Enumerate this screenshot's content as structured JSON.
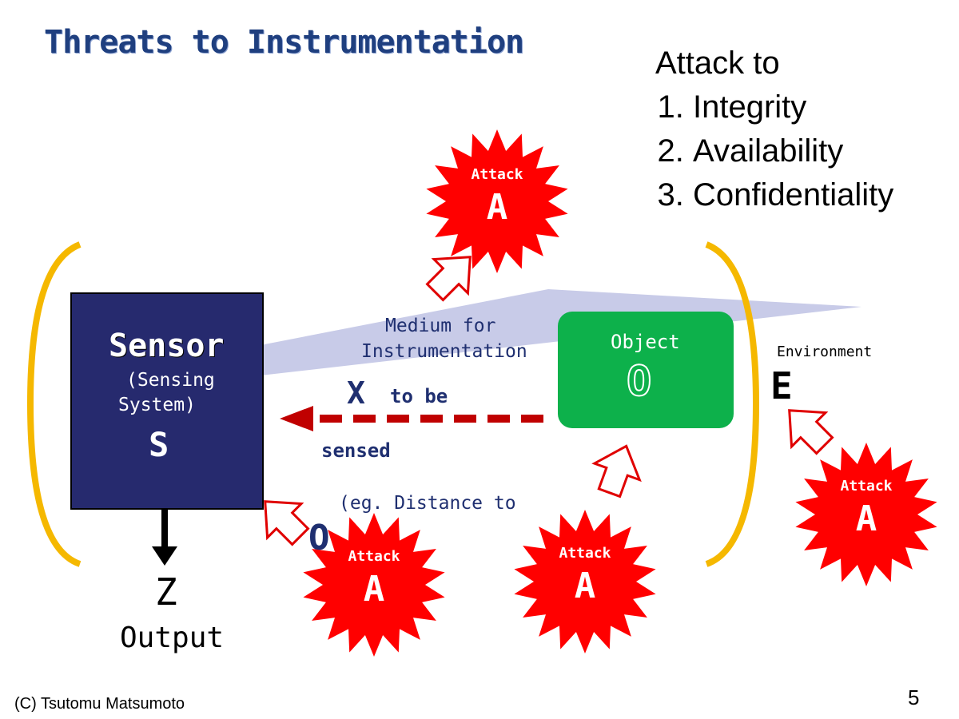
{
  "title": "Threats to Instrumentation",
  "attack_list": {
    "heading": "Attack to",
    "items": [
      "Integrity",
      "Availability",
      "Confidentiality"
    ]
  },
  "sensor": {
    "title": "Sensor",
    "subtitle_line1": "(Sensing",
    "subtitle_line2": "System)",
    "symbol": "S"
  },
  "object": {
    "title": "Object",
    "symbol": "O"
  },
  "medium": {
    "line1": "Medium for",
    "line2": "Instrumentation"
  },
  "signal": {
    "symbol": "X",
    "text1": "to be",
    "text2": "sensed",
    "example": "(eg. Distance to",
    "partial_symbol": "O"
  },
  "environment": {
    "label": "Environment",
    "symbol": "E"
  },
  "output": {
    "symbol": "Z",
    "label": "Output"
  },
  "attack_badge": {
    "label": "Attack",
    "symbol": "A"
  },
  "footer": "(C) Tsutomu Matsumoto",
  "page_number": "5",
  "colors": {
    "attack_red": "#ff0000",
    "bracket_yellow": "#f5b800",
    "sensor_navy": "#262a6e",
    "object_green": "#0db14b",
    "medium_lavender": "#c8cbe8",
    "signal_arrow": "#c00000"
  }
}
